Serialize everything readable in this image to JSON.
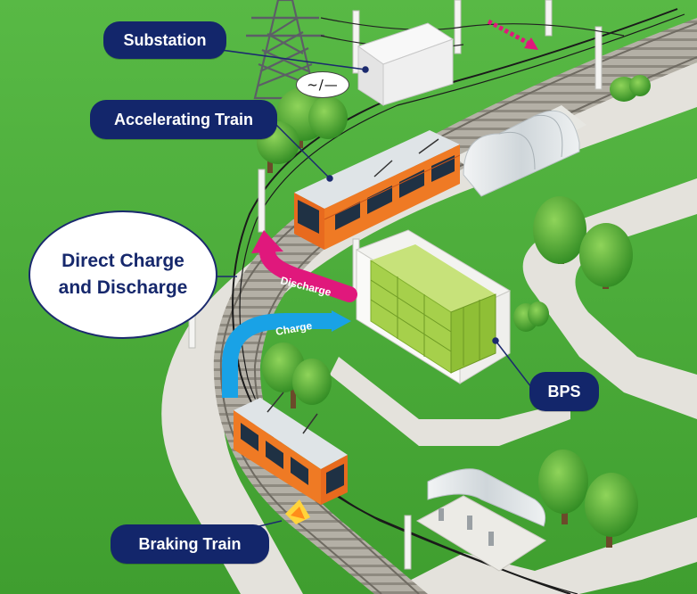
{
  "labels": {
    "substation": "Substation",
    "accelerating_train": "Accelerating Train",
    "direct_charge_line1": "Direct Charge",
    "direct_charge_line2": "and Discharge",
    "bps": "BPS",
    "braking_train": "Braking Train"
  },
  "arrows": {
    "discharge": "Discharge",
    "charge": "Charge"
  },
  "converter_symbol": "~/—",
  "colors": {
    "label_bg": "#13266b",
    "grass": "#4fae3a",
    "train": "#ea6a1f",
    "discharge_arrow": "#e0187c",
    "charge_arrow": "#19a2e6",
    "battery": "#a6d04b"
  },
  "icons": {
    "substation": "transmission-tower-icon",
    "bps": "battery-storage-icon"
  }
}
